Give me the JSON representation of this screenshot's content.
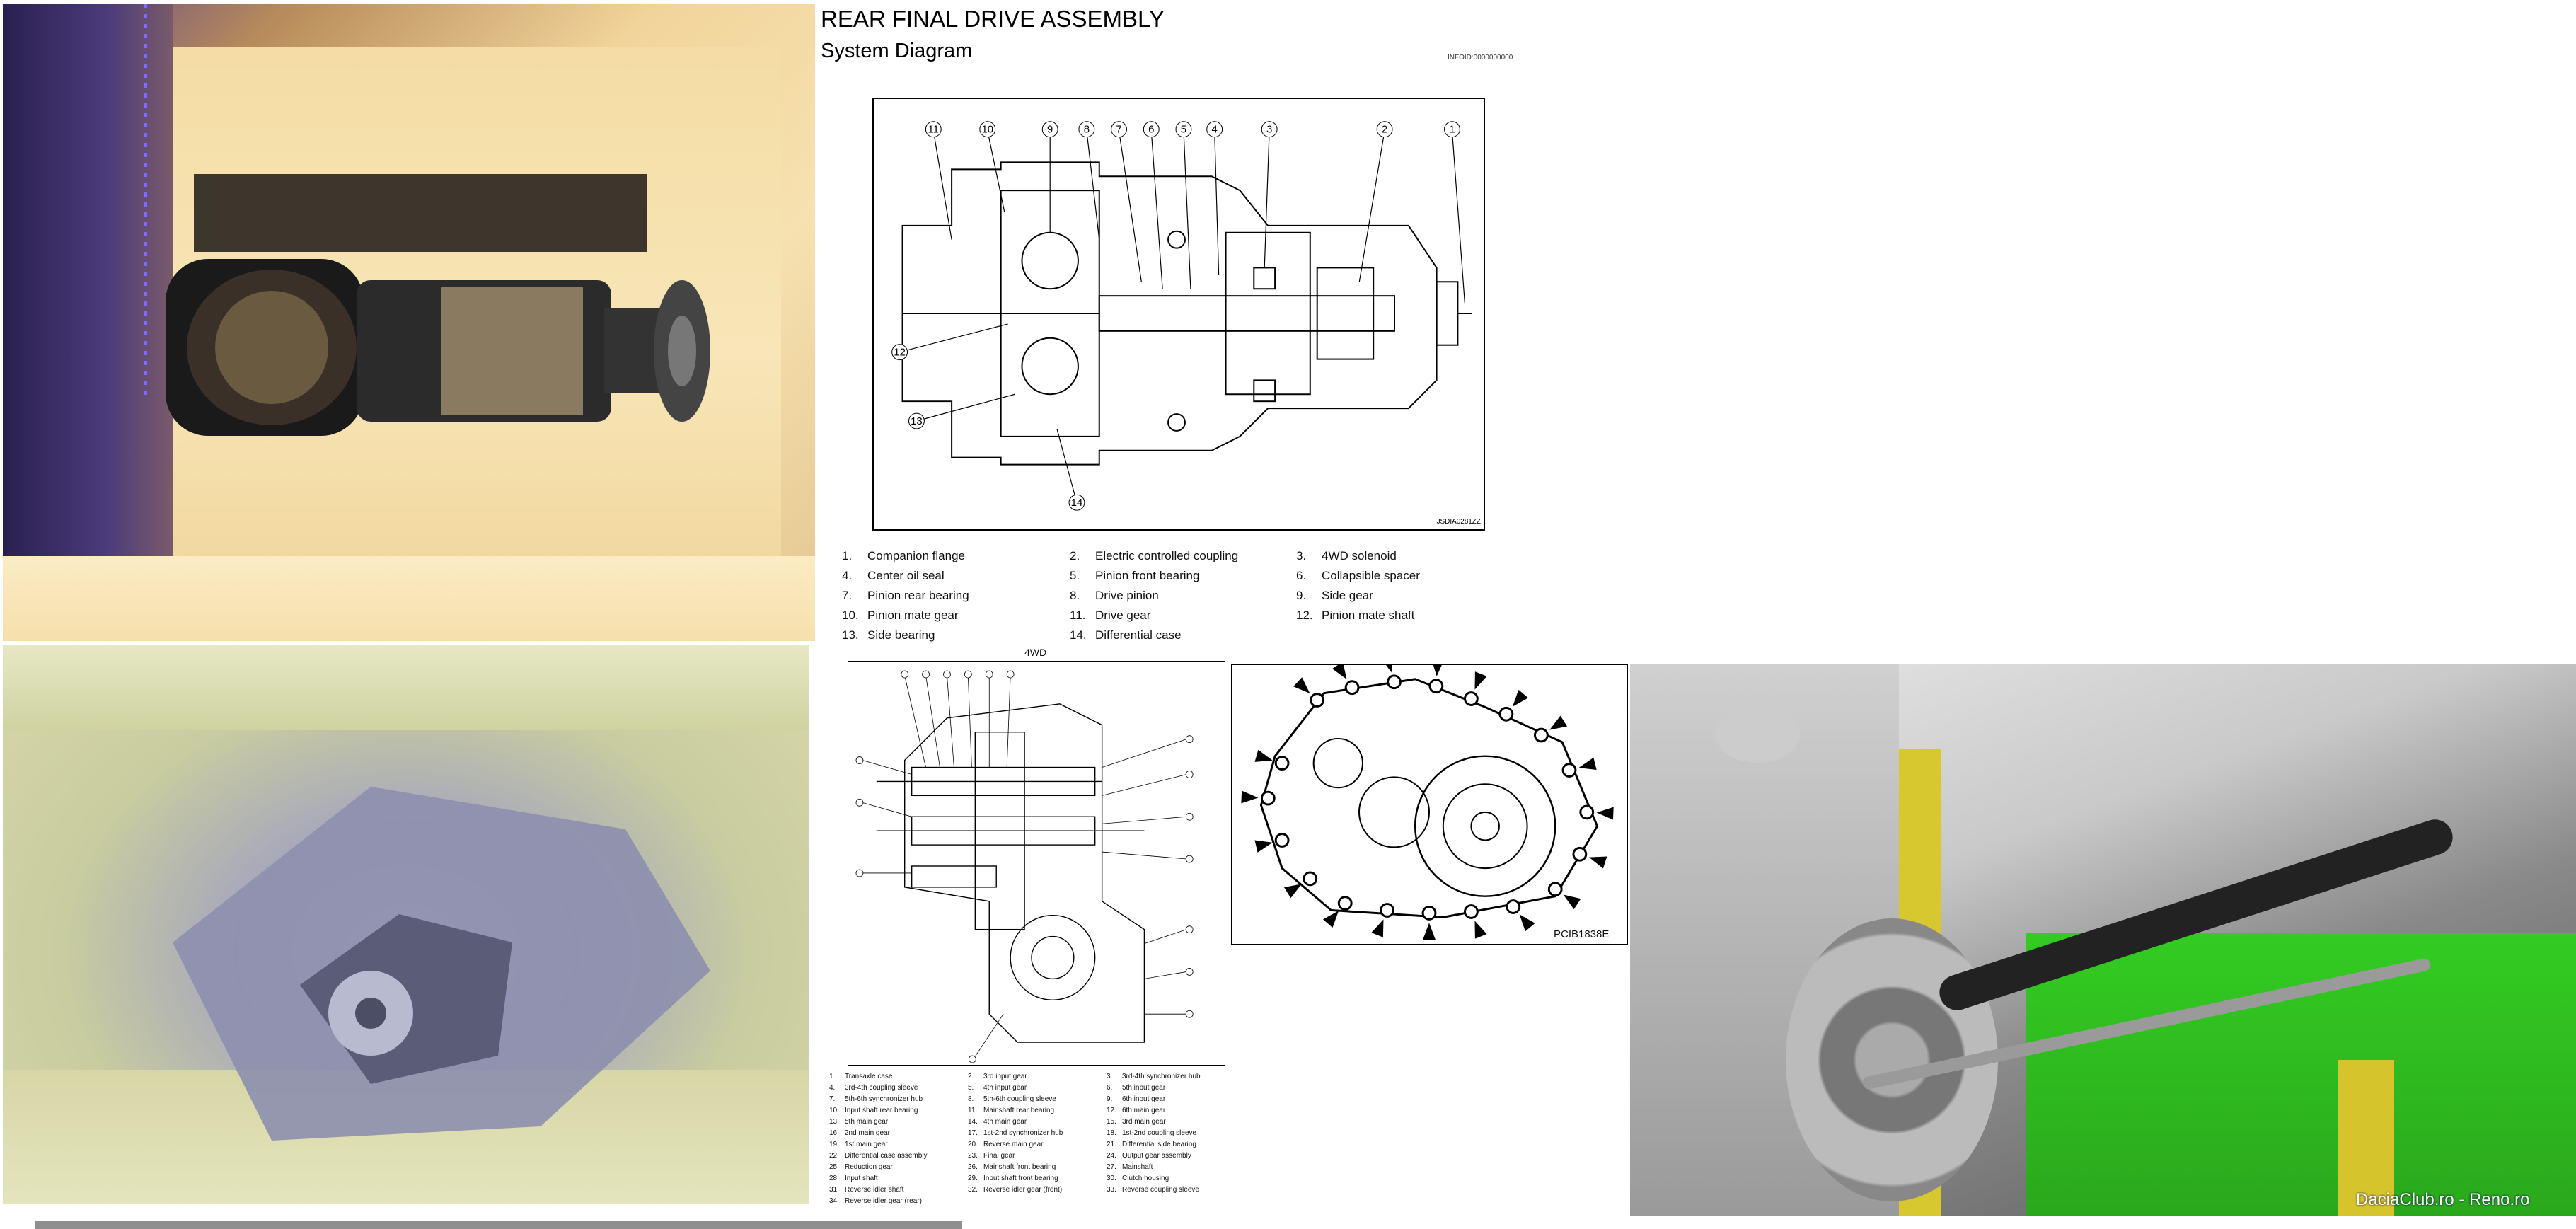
{
  "document": {
    "title": "REAR FINAL DRIVE ASSEMBLY",
    "subtitle": "System Diagram",
    "code": "INFOID:0000000000",
    "figure_code": "JSDIA0281ZZ"
  },
  "callouts_top": [
    "11",
    "10",
    "9",
    "8",
    "7",
    "6",
    "5",
    "4",
    "3",
    "2",
    "1"
  ],
  "callouts_side": [
    "12",
    "13",
    "14"
  ],
  "legend": [
    {
      "num": "1.",
      "text": "Companion flange"
    },
    {
      "num": "2.",
      "text": "Electric controlled coupling"
    },
    {
      "num": "3.",
      "text": "4WD solenoid"
    },
    {
      "num": "4.",
      "text": "Center oil seal"
    },
    {
      "num": "5.",
      "text": "Pinion front bearing"
    },
    {
      "num": "6.",
      "text": "Collapsible spacer"
    },
    {
      "num": "7.",
      "text": "Pinion rear bearing"
    },
    {
      "num": "8.",
      "text": "Drive pinion"
    },
    {
      "num": "9.",
      "text": "Side gear"
    },
    {
      "num": "10.",
      "text": "Pinion mate gear"
    },
    {
      "num": "11.",
      "text": "Drive gear"
    },
    {
      "num": "12.",
      "text": "Pinion mate shaft"
    },
    {
      "num": "13.",
      "text": "Side bearing"
    },
    {
      "num": "14.",
      "text": "Differential case"
    }
  ],
  "diagram_4wd": {
    "label": "4WD",
    "legend": [
      {
        "num": "1.",
        "text": "Transaxle case"
      },
      {
        "num": "2.",
        "text": "3rd input gear"
      },
      {
        "num": "3.",
        "text": "3rd-4th synchronizer hub"
      },
      {
        "num": "4.",
        "text": "3rd-4th coupling sleeve"
      },
      {
        "num": "5.",
        "text": "4th input gear"
      },
      {
        "num": "6.",
        "text": "5th input gear"
      },
      {
        "num": "7.",
        "text": "5th-6th synchronizer hub"
      },
      {
        "num": "8.",
        "text": "5th-6th coupling sleeve"
      },
      {
        "num": "9.",
        "text": "6th input gear"
      },
      {
        "num": "10.",
        "text": "Input shaft rear bearing"
      },
      {
        "num": "11.",
        "text": "Mainshaft rear bearing"
      },
      {
        "num": "12.",
        "text": "6th main gear"
      },
      {
        "num": "13.",
        "text": "5th main gear"
      },
      {
        "num": "14.",
        "text": "4th main gear"
      },
      {
        "num": "15.",
        "text": "3rd main gear"
      },
      {
        "num": "16.",
        "text": "2nd main gear"
      },
      {
        "num": "17.",
        "text": "1st-2nd synchronizer hub"
      },
      {
        "num": "18.",
        "text": "1st-2nd coupling sleeve"
      },
      {
        "num": "19.",
        "text": "1st main gear"
      },
      {
        "num": "20.",
        "text": "Reverse main gear"
      },
      {
        "num": "21.",
        "text": "Differential side bearing"
      },
      {
        "num": "22.",
        "text": "Differential case assembly"
      },
      {
        "num": "23.",
        "text": "Final gear"
      },
      {
        "num": "24.",
        "text": "Output gear assembly"
      },
      {
        "num": "25.",
        "text": "Reduction gear"
      },
      {
        "num": "26.",
        "text": "Mainshaft front bearing"
      },
      {
        "num": "27.",
        "text": "Mainshaft"
      },
      {
        "num": "28.",
        "text": "Input shaft"
      },
      {
        "num": "29.",
        "text": "Input shaft front bearing"
      },
      {
        "num": "30.",
        "text": "Clutch housing"
      },
      {
        "num": "31.",
        "text": "Reverse idler shaft"
      },
      {
        "num": "32.",
        "text": "Reverse idler gear (front)"
      },
      {
        "num": "33.",
        "text": "Reverse coupling sleeve"
      },
      {
        "num": "34.",
        "text": "Reverse idler gear (rear)"
      }
    ]
  },
  "bolt_diagram": {
    "code": "PCIB1838E"
  },
  "watermark": "DaciaClub.ro - Reno.ro"
}
